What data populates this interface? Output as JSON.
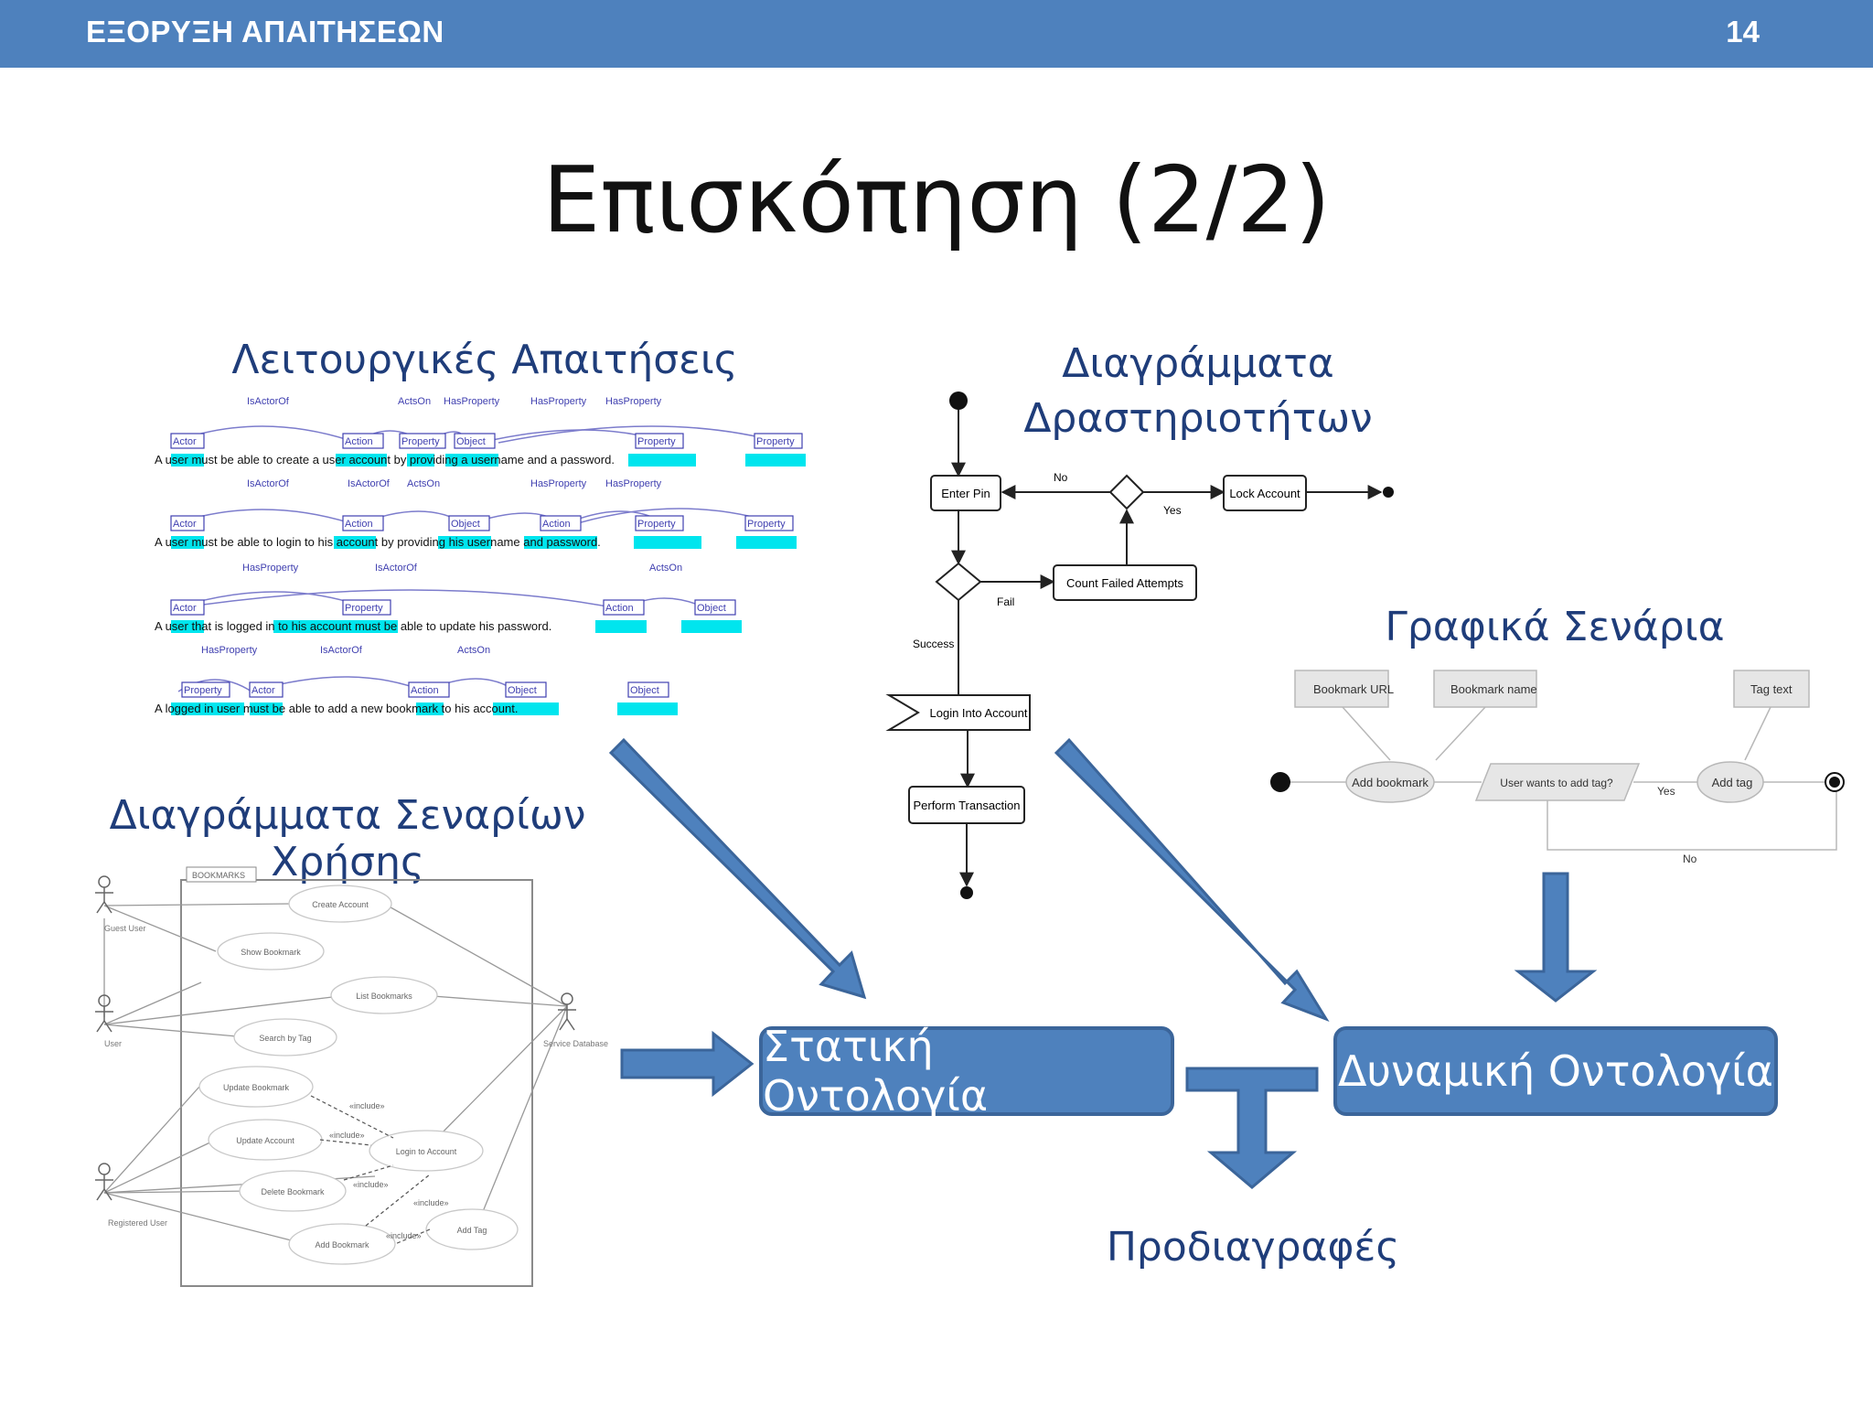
{
  "header": {
    "title": "ΕΞΟΡΥΞΗ ΑΠΑΙΤΗΣΕΩΝ",
    "page_number": "14"
  },
  "slide_title": "Επισκόπηση (2/2)",
  "labels": {
    "functional_requirements": "Λειτουργικές Απαιτήσεις",
    "activity_diagrams": "Διαγράμματα Δραστηριοτήτων",
    "graphical_scenarios": "Γραφικά Σενάρια",
    "use_case_diagrams": "Διαγράμματα Σεναρίων Χρήσης",
    "specifications": "Προδιαγραφές"
  },
  "boxes": {
    "static_ontology": "Στατική Οντολογία",
    "dynamic_ontology": "Δυναμική Οντολογία"
  },
  "requirements": [
    {
      "top_relations": "IsActorOf          ActsOn  HasProperty      HasProperty  HasProperty",
      "tags": [
        "Actor",
        "Action",
        "Property",
        "Object",
        "Property",
        "Property"
      ],
      "sentence": "A user must be able to create a user account by providing a username and a password."
    },
    {
      "top_relations": "IsActorOf          IsActorOf  ActsOn                  HasProperty  HasProperty",
      "tags": [
        "Actor",
        "Action",
        "Object",
        "Action",
        "Property",
        "Property"
      ],
      "sentence": "A user must be able to login to his account by providing his username and password."
    },
    {
      "top_relations": "HasProperty          IsActorOf                       ActsOn",
      "tags": [
        "Actor",
        "Property",
        "Action",
        "Object"
      ],
      "sentence": "A user that is logged in to his account must be able to update his password."
    },
    {
      "top_relations": "HasProperty          IsActorOf                 ActsOn",
      "tags": [
        "Property",
        "Actor",
        "Action",
        "Object",
        "Object"
      ],
      "sentence": "A logged in user must be able to add a new bookmark to his account."
    }
  ],
  "activity": {
    "enter_pin": "Enter Pin",
    "lock_account": "Lock Account",
    "count_failed": "Count Failed Attempts",
    "login": "Login Into Account",
    "perform": "Perform Transaction",
    "no": "No",
    "yes": "Yes",
    "fail": "Fail",
    "success": "Success"
  },
  "scenario": {
    "bookmark_url": "Bookmark URL",
    "bookmark_name": "Bookmark name",
    "tag_text": "Tag text",
    "add_bookmark": "Add bookmark",
    "user_wants": "User wants to add tag?",
    "add_tag": "Add tag",
    "yes": "Yes",
    "no": "No"
  },
  "use_case": {
    "system": "BOOKMARKS",
    "actors": [
      "Guest User",
      "User",
      "Registered User",
      "Service Database"
    ],
    "cases": [
      "Create Account",
      "Show Bookmark",
      "List Bookmarks",
      "Search by Tag",
      "Update Bookmark",
      "Update Account",
      "Login to Account",
      "Delete Bookmark",
      "Add Bookmark",
      "Add Tag"
    ],
    "include": "«include»"
  },
  "colors": {
    "header": "#4e81bd",
    "box": "#4e81bd",
    "box_border": "#3b659a",
    "label": "#1f3d7a",
    "highlight": "#00e5ee"
  }
}
